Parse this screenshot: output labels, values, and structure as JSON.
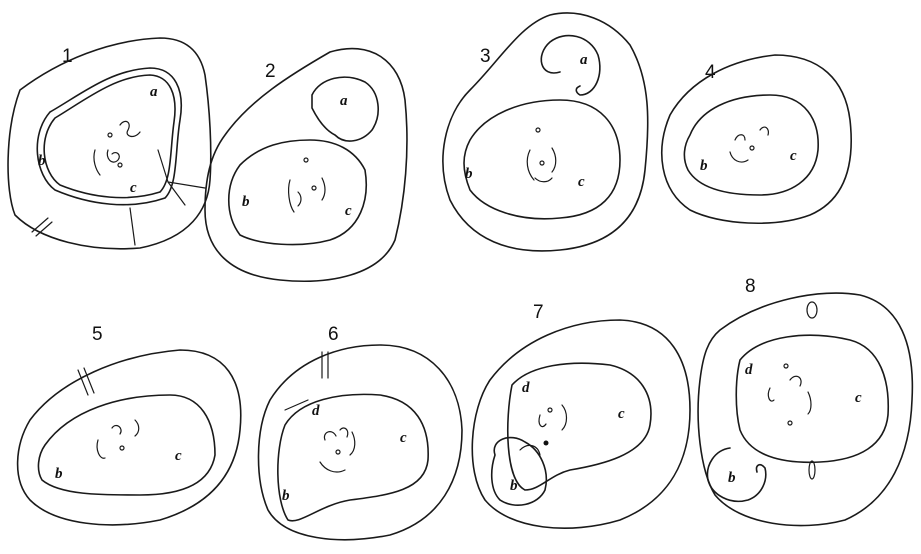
{
  "figures": [
    {
      "number": "1",
      "labels": {
        "a": "a",
        "b": "b",
        "c": "c"
      }
    },
    {
      "number": "2",
      "labels": {
        "a": "a",
        "b": "b",
        "c": "c"
      }
    },
    {
      "number": "3",
      "labels": {
        "a": "a",
        "b": "b",
        "c": "c"
      }
    },
    {
      "number": "4",
      "labels": {
        "b": "b",
        "c": "c"
      }
    },
    {
      "number": "5",
      "labels": {
        "b": "b",
        "c": "c"
      }
    },
    {
      "number": "6",
      "labels": {
        "b": "b",
        "c": "c",
        "d": "d"
      }
    },
    {
      "number": "7",
      "labels": {
        "b": "b",
        "c": "c",
        "d": "d"
      }
    },
    {
      "number": "8",
      "labels": {
        "b": "b",
        "c": "c",
        "d": "d"
      }
    }
  ]
}
